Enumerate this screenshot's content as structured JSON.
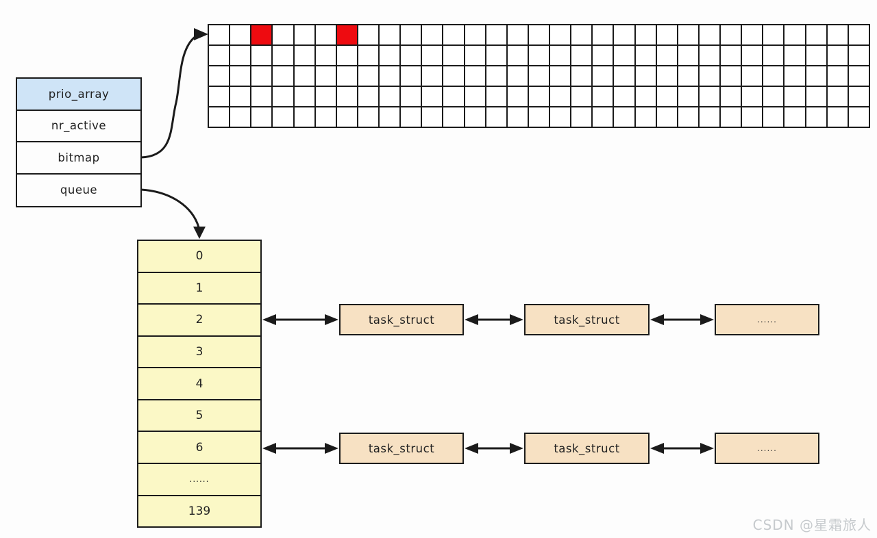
{
  "struct_box": {
    "title": "prio_array",
    "fields": [
      "nr_active",
      "bitmap",
      "queue"
    ]
  },
  "bitmap_grid": {
    "rows": 5,
    "cols": 31,
    "highlighted_cells": [
      [
        0,
        2
      ],
      [
        0,
        6
      ]
    ],
    "highlight_color": "#ee0b10"
  },
  "queue_array": {
    "rows": [
      "0",
      "1",
      "2",
      "3",
      "4",
      "5",
      "6",
      "......",
      "139"
    ],
    "linked_rows": [
      2,
      6
    ]
  },
  "task_lists": [
    {
      "queue_index": "2",
      "nodes": [
        "task_struct",
        "task_struct",
        "......"
      ]
    },
    {
      "queue_index": "6",
      "nodes": [
        "task_struct",
        "task_struct",
        "......"
      ]
    }
  ],
  "watermark": "CSDN @星霜旅人",
  "colors": {
    "header_blue": "#cfe4f7",
    "queue_yellow": "#fbf8c6",
    "task_peach": "#f7e1c3",
    "bitmap_red": "#ee0b10",
    "border": "#1b1b1b",
    "watermark_gray": "#c6cacd"
  }
}
